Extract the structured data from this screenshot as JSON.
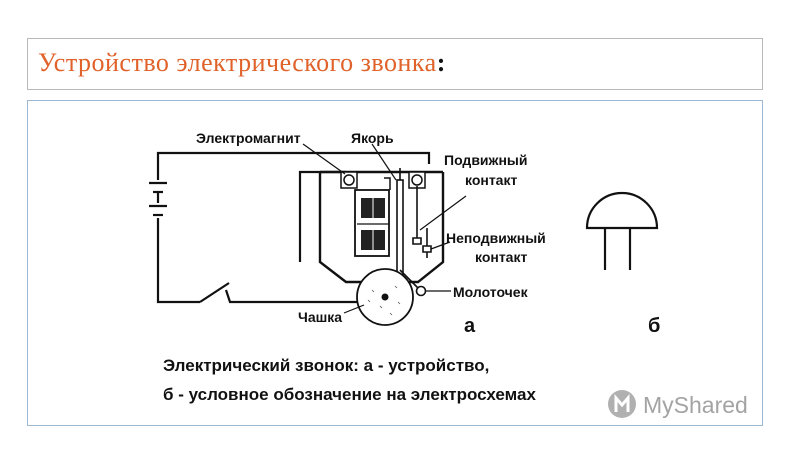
{
  "slide": {
    "title": "Устройство электрического звонка",
    "title_suffix": ":"
  },
  "diagram": {
    "labels": {
      "electromagnet": "Электромагнит",
      "armature": "Якорь",
      "movable_contact_1": "Подвижный",
      "movable_contact_2": "контакт",
      "fixed_contact_1": "Неподвижный",
      "fixed_contact_2": "контакт",
      "hammer": "Молоточек",
      "cup": "Чашка",
      "part_a": "а",
      "part_b": "б"
    },
    "caption_line1": "Электрический звонок: а - устройство,",
    "caption_line2": "б - условное обозначение на электросхемах"
  },
  "watermark": {
    "text": "MyShared"
  }
}
